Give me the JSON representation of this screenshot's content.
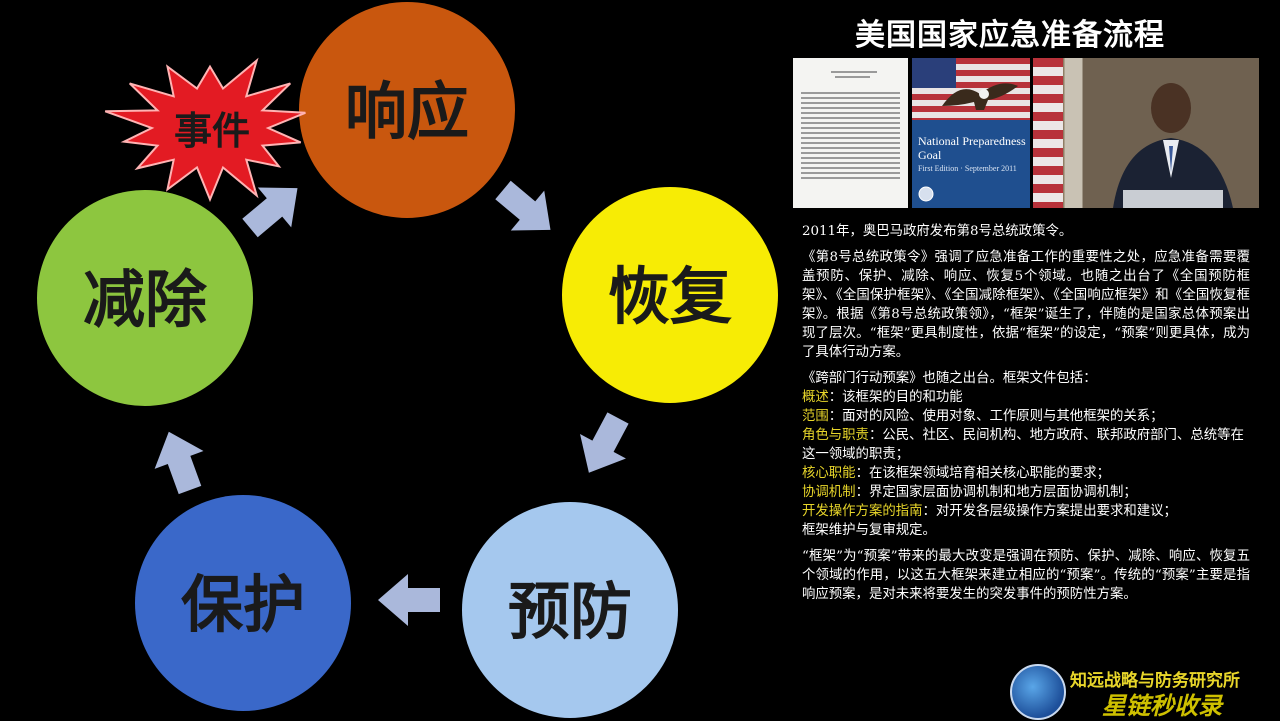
{
  "colors": {
    "response": "#c9570e",
    "recovery": "#f7ec05",
    "prevention": "#a5c8ee",
    "protection": "#3a68c9",
    "mitigation": "#8dc63f",
    "burst": "#e31b23",
    "arrow": "#aab8db",
    "highlight": "#e8d62a"
  },
  "cycle": {
    "event_label": "事件",
    "nodes": [
      {
        "label": "响应"
      },
      {
        "label": "恢复"
      },
      {
        "label": "预防"
      },
      {
        "label": "保护"
      },
      {
        "label": "减除"
      }
    ]
  },
  "panel": {
    "title": "美国国家应急准备流程",
    "cover_title": "National Preparedness Goal",
    "cover_sub": "First Edition · September 2011",
    "intro": "2011年，奥巴马政府发布第8号总统政策令。",
    "para1": "《第8号总统政策令》强调了应急准备工作的重要性之处，应急准备需要覆盖预防、保护、减除、响应、恢复5个领域。也随之出台了《全国预防框架》、《全国保护框架》、《全国减除框架》、《全国响应框架》和《全国恢复框架》。根据《第8号总统政策领》，“框架”诞生了，伴随的是国家总体预案出现了层次。“框架”更具制度性，依据“框架”的设定，“预案”则更具体，成为了具体行动方案。",
    "para2_intro": "《跨部门行动预案》也随之出台。框架文件包括：",
    "items": [
      {
        "term": "概述",
        "desc": "：该框架的目的和功能"
      },
      {
        "term": "范围",
        "desc": "：面对的风险、使用对象、工作原则与其他框架的关系；"
      },
      {
        "term": "角色与职责",
        "desc": "：公民、社区、民间机构、地方政府、联邦政府部门、总统等在这一领域的职责；"
      },
      {
        "term": "核心职能",
        "desc": "：在该框架领域培育相关核心职能的要求；"
      },
      {
        "term": "协调机制",
        "desc": "：界定国家层面协调机制和地方层面协调机制；"
      },
      {
        "term": "开发操作方案的指南",
        "desc": "：对开发各层级操作方案提出要求和建议；"
      }
    ],
    "items_tail": "框架维护与复审规定。",
    "para3": "“框架”为“预案”带来的最大改变是强调在预防、保护、减除、响应、恢复五个领域的作用，以这五大框架来建立相应的“预案”。传统的“预案”主要是指响应预案，是对未来将要发生的突发事件的预防性方案。"
  },
  "footer": {
    "org_name": "知远战略与防务研究所",
    "watermark": "星链秒收录"
  }
}
